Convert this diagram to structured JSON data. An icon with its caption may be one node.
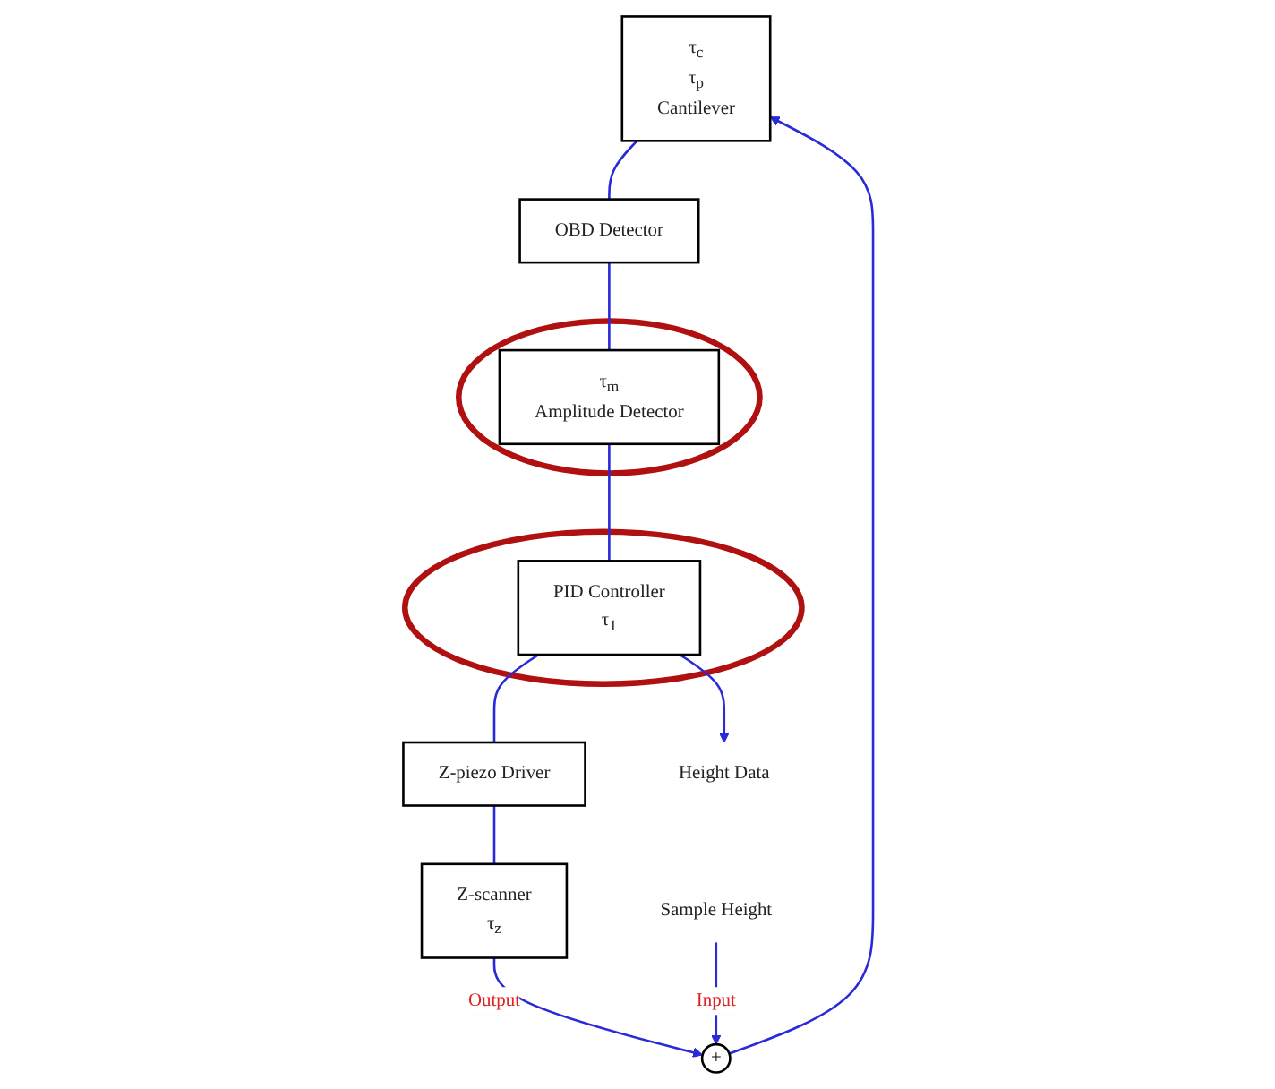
{
  "diagram": {
    "nodes": [
      {
        "text": [
          "τ$_{c}$",
          "τ$_{p}$",
          "Cantilever"
        ]
      },
      {
        "text": [
          "OBD Detector"
        ]
      },
      {
        "text": [],
        "shape": "ellipse"
      },
      {
        "text": [
          "τ$_{m}$",
          "Amplitude Detector"
        ],
        "in": 2
      },
      {
        "text": [],
        "shape": "ellipse"
      },
      {
        "text": [
          "PID Controller",
          "τ$_{1}$"
        ],
        "in": 4
      },
      {
        "text": [
          "Z-piezo Driver"
        ]
      },
      {
        "text": [
          "Z-scanner",
          "τ$_{z}$"
        ]
      },
      {
        "text": [
          "+"
        ]
      },
      {
        "text": [
          "Sample Height"
        ]
      },
      {
        "text": [
          "Height Data"
        ]
      }
    ],
    "edges": [
      {
        "from": 0,
        "to": 1,
        "arrow": "none"
      },
      {
        "from": 1,
        "to": 3,
        "arrow": "none"
      },
      {
        "from": 3,
        "to": 5,
        "arrow": "none"
      },
      {
        "from": 5,
        "to": 6,
        "arrow": "none"
      },
      {
        "from": 6,
        "to": 7,
        "arrow": "none"
      },
      {
        "from": 7,
        "to": 8,
        "arrow": "to",
        "label": "Output"
      },
      {
        "from": 9,
        "to": 8,
        "arrow": "to",
        "label": "Input"
      },
      {
        "from": 8,
        "to": 0,
        "arrow": "to"
      },
      {
        "from": 5,
        "to": 10,
        "arrow": "to"
      }
    ]
  }
}
